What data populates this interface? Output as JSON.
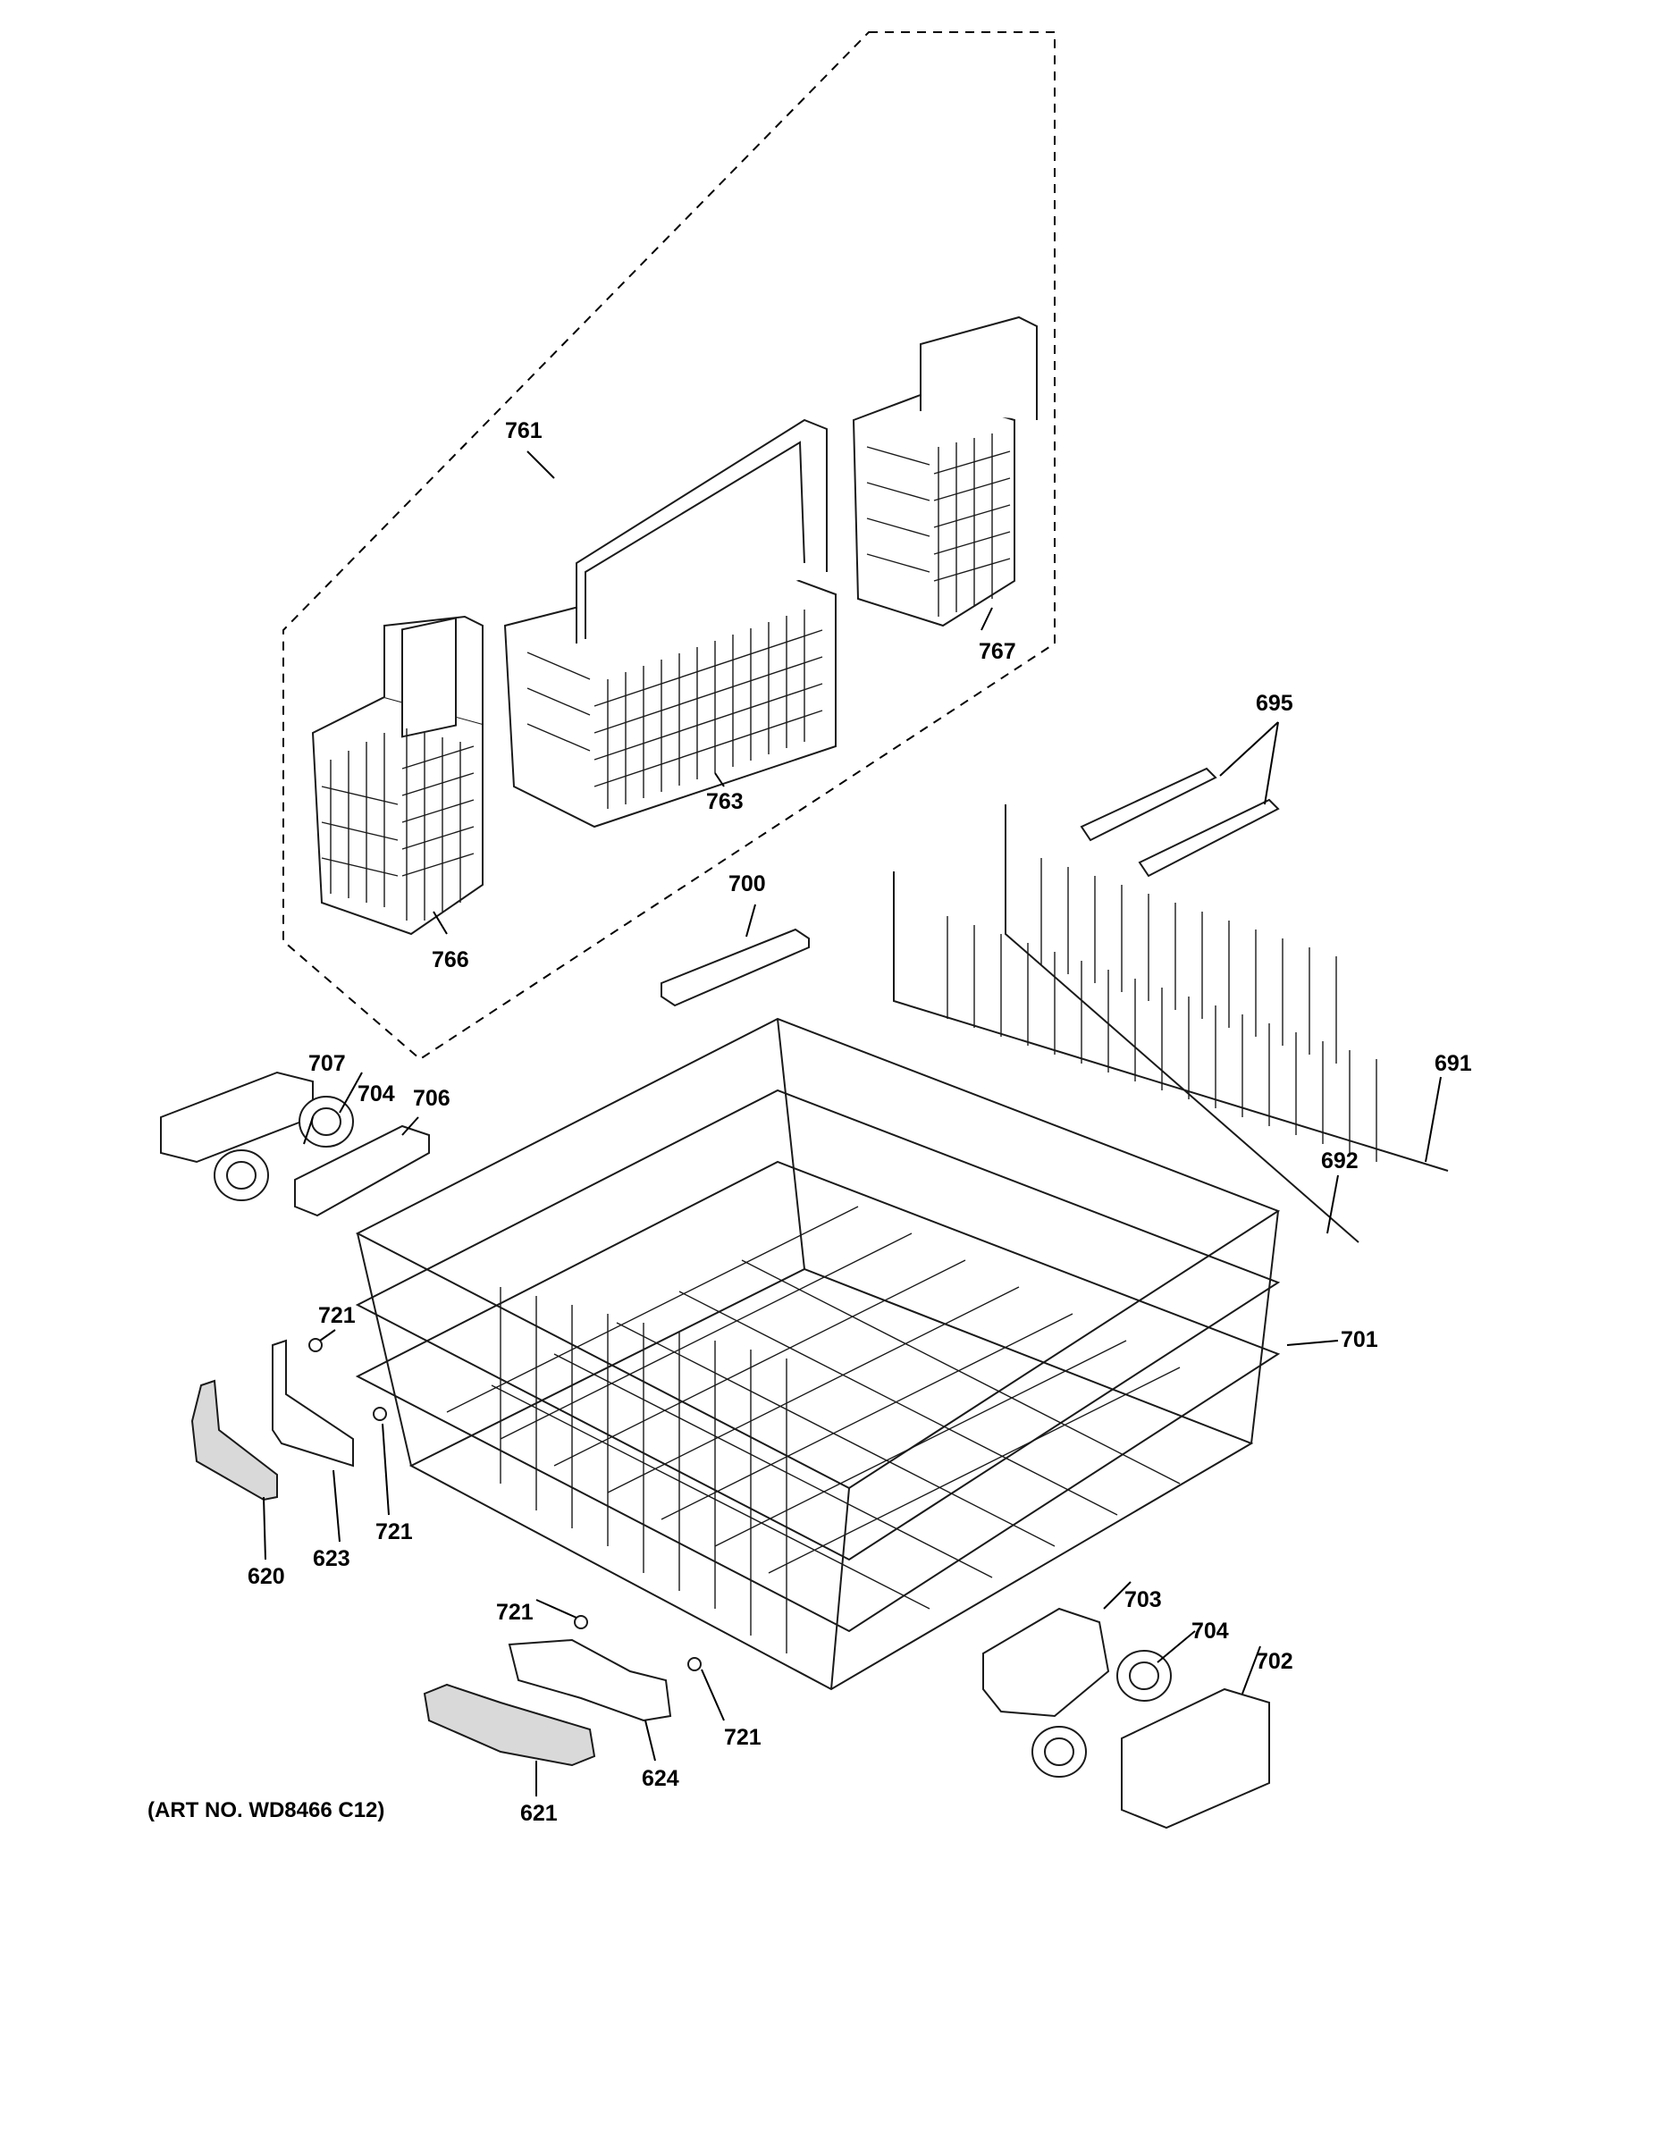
{
  "diagram": {
    "art_number": "(ART NO. WD8466 C12)",
    "callouts": {
      "c761": "761",
      "c767": "767",
      "c763": "763",
      "c766": "766",
      "c695": "695",
      "c700": "700",
      "c707": "707",
      "c704a": "704",
      "c706": "706",
      "c691": "691",
      "c692": "692",
      "c721a": "721",
      "c701": "701",
      "c721b": "721",
      "c623": "623",
      "c620": "620",
      "c703": "703",
      "c721c": "721",
      "c704b": "704",
      "c702": "702",
      "c721d": "721",
      "c624": "624",
      "c621": "621"
    }
  }
}
